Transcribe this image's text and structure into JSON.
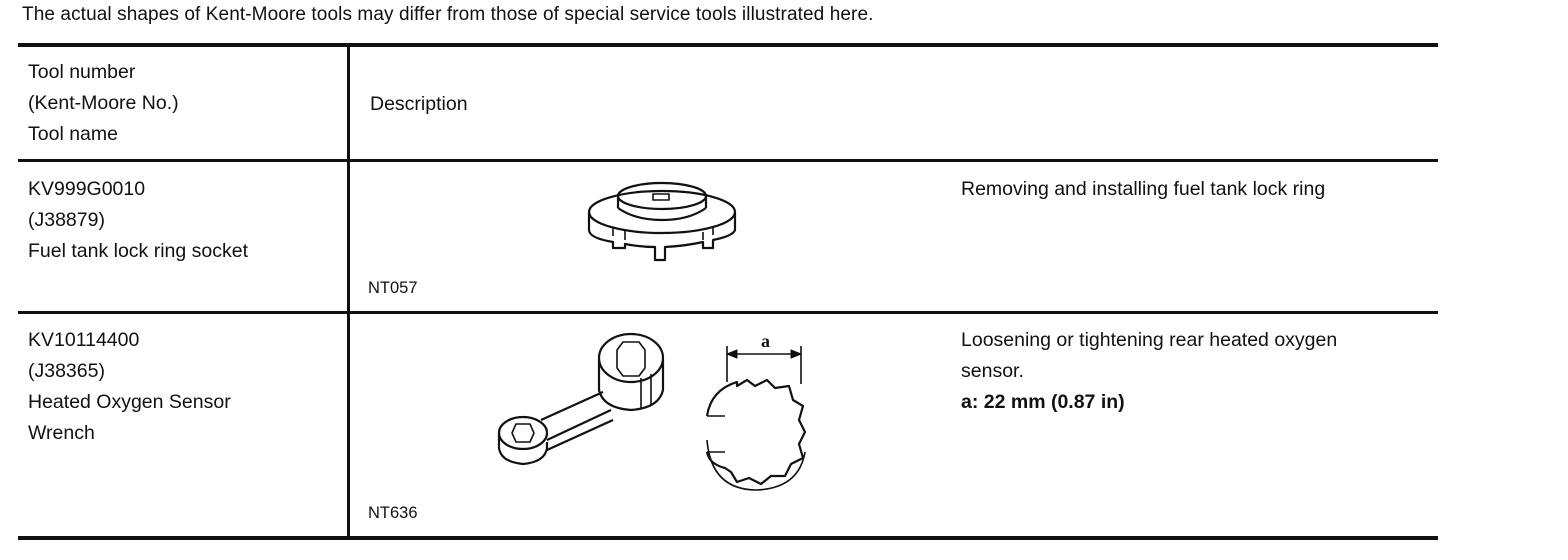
{
  "note": "The actual shapes of Kent-Moore tools may differ from those of special service tools illustrated here.",
  "header": {
    "tool_lines": [
      "Tool number",
      "(Kent-Moore No.)",
      "Tool name"
    ],
    "description": "Description"
  },
  "rows": [
    {
      "tool_number": "KV999G0010",
      "kent_moore": "(J38879)",
      "name_lines": [
        "Fuel tank lock ring socket"
      ],
      "illustration_code": "NT057",
      "illustration_icon": "lock-ring-socket-icon",
      "description_lines": [
        "Removing and installing fuel tank lock ring"
      ]
    },
    {
      "tool_number": "KV10114400",
      "kent_moore": "(J38365)",
      "name_lines": [
        "Heated Oxygen Sensor",
        "Wrench"
      ],
      "illustration_code": "NT636",
      "illustration_icon": "oxygen-sensor-wrench-icon",
      "dimension_label": "a",
      "description_lines": [
        "Loosening or tightening rear heated oxygen",
        "sensor."
      ],
      "spec": "a: 22 mm (0.87 in)"
    }
  ]
}
